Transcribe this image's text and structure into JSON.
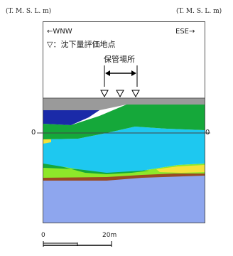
{
  "header": {
    "left_unit": "(T. M. S. L. m)",
    "right_unit": "(T. M. S. L. m)"
  },
  "direction": {
    "left": "←WNW",
    "right": "ESE→"
  },
  "legend": {
    "symbol": "▽",
    "text": "：沈下量評価地点"
  },
  "storage_label": "保管場所",
  "axis": {
    "zero_left": "0",
    "zero_right": "0"
  },
  "scale_bar": {
    "start": "0",
    "end": "20m"
  },
  "colors": {
    "gray_fill": "#9a9a9a",
    "dark_blue": "#1a2aa8",
    "green": "#15a83a",
    "cyan": "#1ec8f0",
    "lime": "#8ee82a",
    "yellow": "#f5e23a",
    "brown": "#9a4b22",
    "lavender": "#8ea6ee"
  }
}
